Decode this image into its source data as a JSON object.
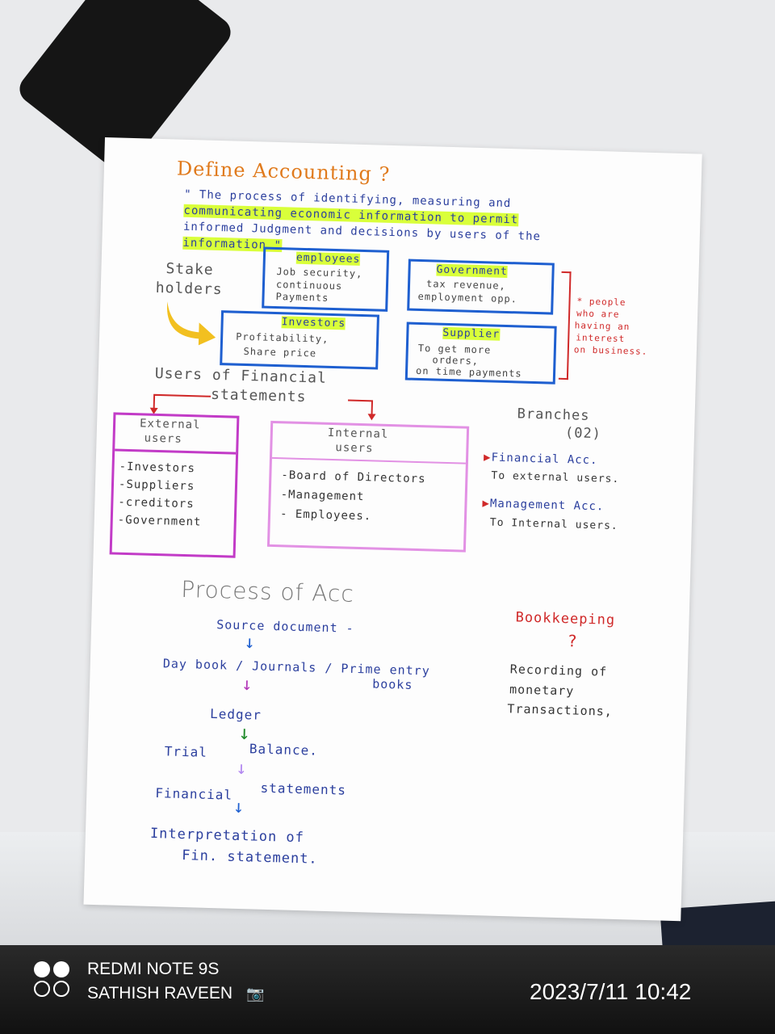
{
  "title": "Define Accounting ?",
  "definition": {
    "line1": "\" The process of identifying, measuring and",
    "line2": "communicating economic information to permit",
    "line3": "informed Judgment and decisions by users of the",
    "line4": "information \""
  },
  "stakeholders_label": [
    "Stake",
    "holders"
  ],
  "stakeholders": [
    {
      "name": "employees",
      "detail": [
        "Job security,",
        "continuous",
        "Payments"
      ]
    },
    {
      "name": "Government",
      "detail": [
        "tax revenue,",
        "employment opp."
      ]
    },
    {
      "name": "Investors",
      "detail": [
        "Profitability,",
        "Share price"
      ]
    },
    {
      "name": "Supplier",
      "detail": [
        "To get more",
        "orders,",
        "on time payments"
      ]
    }
  ],
  "stakeholder_note": [
    "* people",
    "who are",
    "having an",
    "interest",
    "on business."
  ],
  "users_heading": [
    "Users of Financial",
    "statements"
  ],
  "external_users": {
    "title": [
      "External",
      "users"
    ],
    "items": [
      "-Investors",
      "-Suppliers",
      "-creditors",
      "-Government"
    ]
  },
  "internal_users": {
    "title": [
      "Internal",
      "users"
    ],
    "items": [
      "-Board of Directors",
      "-Management",
      "- Employees."
    ]
  },
  "branches": {
    "title": [
      "Branches",
      "(02)"
    ],
    "items": [
      {
        "name": "Financial Acc.",
        "detail": "To external users."
      },
      {
        "name": "Management Acc.",
        "detail": "To Internal users."
      }
    ]
  },
  "process_heading": "Process of Acc",
  "process_steps": [
    "Source document -",
    "Day book / Journals / Prime entry",
    "books",
    "Ledger",
    "Trial",
    "Balance.",
    "Financial",
    "statements",
    "Interpretation of",
    "Fin. statement."
  ],
  "bookkeeping": {
    "title": "Bookkeeping",
    "q": "?",
    "detail": [
      "Recording of",
      "monetary",
      "Transactions,"
    ]
  },
  "camera": {
    "model": "REDMI NOTE 9S",
    "owner": "SATHISH RAVEEN",
    "datetime": "2023/7/11 10:42"
  },
  "colors": {
    "ink_blue": "#2b3f9e",
    "ink_pink": "#c23bc7",
    "ink_red": "#d02929",
    "ink_orange": "#e07a1c",
    "highlight": "#d9ff3a",
    "box_blue": "#1e5fd0"
  }
}
